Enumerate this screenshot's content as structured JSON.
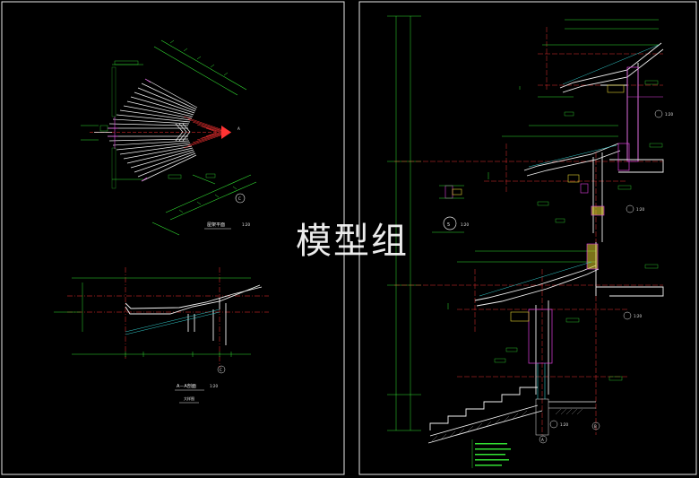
{
  "watermark": "模型组",
  "plan": {
    "title": "屋架平面",
    "scale": "1:20",
    "axis_label": "A",
    "axis_circle": "C"
  },
  "section_aa": {
    "title": "A－A剖面",
    "scale": "1:20",
    "subtitle": "大样图",
    "axis_circle": "C"
  },
  "detail5": {
    "number": "5",
    "scale": "1:20"
  },
  "main_section": {
    "scales": [
      "1:20",
      "1:20",
      "1:20",
      "1:20"
    ],
    "axis_a": "A",
    "axis_b": "B"
  },
  "colors": {
    "background": "#000000",
    "frame": "#e8e8e8",
    "dim_green": "#33e033",
    "axis_red": "#ff3333",
    "structure_white": "#f2f2f2",
    "wall_magenta": "#e040e0",
    "tile_cyan": "#33cccc",
    "hatch_yellow": "#e0d030"
  }
}
